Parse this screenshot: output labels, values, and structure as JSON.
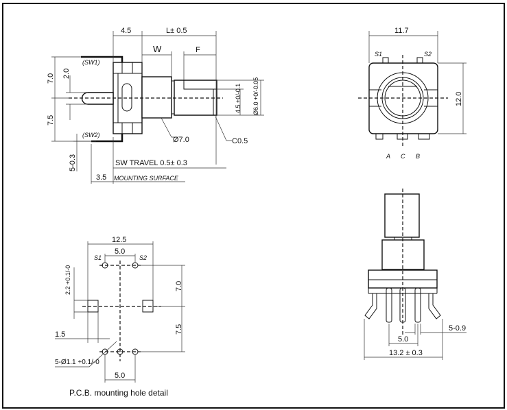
{
  "side_view": {
    "dim_4_5": "4.5",
    "dim_L": "L± 0.5",
    "dim_W": "W",
    "dim_F": "F",
    "dim_7_0": "7.0",
    "dim_2_0": "2.0",
    "dim_7_5": "7.5",
    "sw1": "(SW1)",
    "sw2": "(SW2)",
    "dia_7": "Ø7.0",
    "chamfer": "C0.5",
    "flat_dim": "4.5 +0/-0.1",
    "shaft_dia": "Ø6.0 +0/-0.05",
    "dim_5_0_3": "5-0.3",
    "sw_travel": "SW TRAVEL 0.5± 0.3",
    "dim_3_5": "3.5",
    "mounting_surface": "MOUNTING SURFACE"
  },
  "front_view": {
    "width": "11.7",
    "height": "12.0",
    "s1": "S1",
    "s2": "S2",
    "pin_a": "A",
    "pin_c": "C",
    "pin_b": "B"
  },
  "bottom_view": {
    "pitch": "5.0",
    "pin_width": "5-0.9",
    "total_width": "13.2 ± 0.3"
  },
  "pcb": {
    "width": "12.5",
    "s_pitch": "5.0",
    "s1": "S1",
    "s2": "S2",
    "pad_height": "2.2 +0.1/-0",
    "dim_7_0": "7.0",
    "dim_7_5": "7.5",
    "dim_1_5": "1.5",
    "hole_dia": "5-Ø1.1 +0.1/-0",
    "bottom_pitch": "5.0",
    "caption": "P.C.B.  mounting hole detail"
  }
}
